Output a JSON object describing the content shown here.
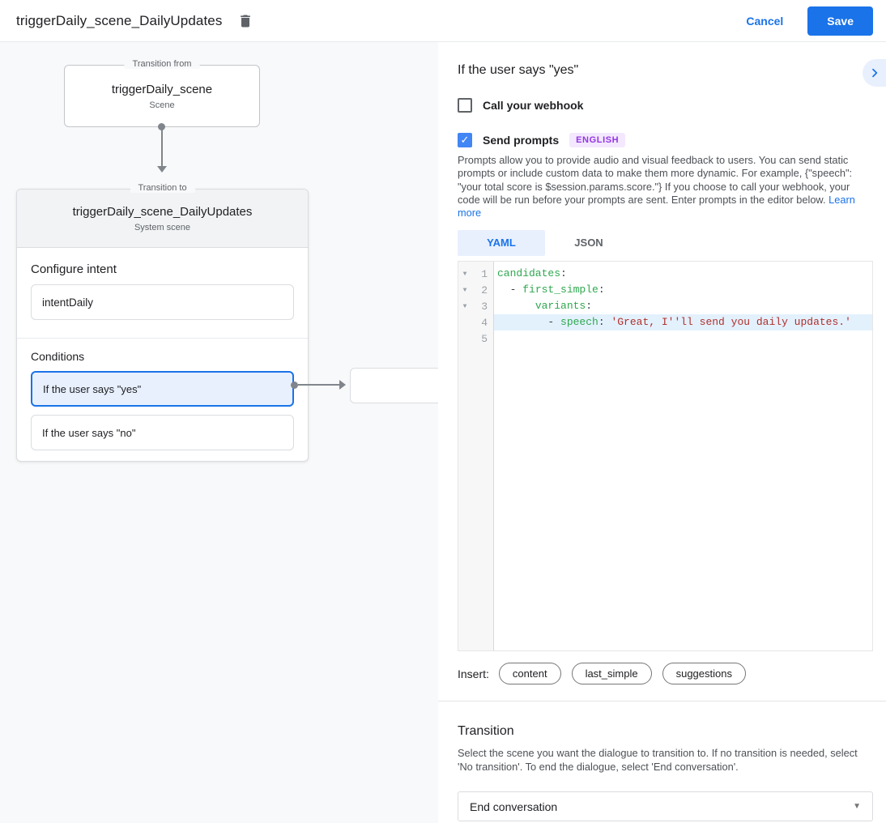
{
  "header": {
    "title": "triggerDaily_scene_DailyUpdates",
    "cancel_label": "Cancel",
    "save_label": "Save"
  },
  "colors": {
    "accent_blue": "#1a73e8",
    "selected_condition_bg": "#e8f0fe",
    "badge_purple": "#9334e6",
    "badge_bg": "#f3e8fd",
    "yaml_key_green": "#2fa84f",
    "yaml_string_red": "#b0302c"
  },
  "canvas": {
    "from_box": {
      "legend": "Transition from",
      "name": "triggerDaily_scene",
      "type": "Scene"
    },
    "to_box": {
      "legend": "Transition to",
      "name": "triggerDaily_scene_DailyUpdates",
      "type": "System scene",
      "configure_intent_label": "Configure intent",
      "intent_value": "intentDaily",
      "conditions_label": "Conditions",
      "conditions": [
        {
          "label": "If the user says \"yes\"",
          "selected": true
        },
        {
          "label": "If the user says \"no\"",
          "selected": false
        }
      ]
    }
  },
  "panel": {
    "title": "If the user says \"yes\"",
    "webhook": {
      "label": "Call your webhook",
      "checked": false
    },
    "prompts": {
      "label": "Send prompts",
      "checked": true,
      "badge": "ENGLISH"
    },
    "description": "Prompts allow you to provide audio and visual feedback to users. You can send static prompts or include custom data to make them more dynamic. For example, {\"speech\": \"your total score is $session.params.score.\"} If you choose to call your webhook, your code will be run before your prompts are sent. Enter prompts in the editor below. ",
    "learn_more": "Learn more",
    "tabs": [
      {
        "label": "YAML",
        "active": true
      },
      {
        "label": "JSON",
        "active": false
      }
    ],
    "editor": {
      "lines": [
        {
          "num": 1,
          "fold": true,
          "highlight": false,
          "segments": [
            [
              "key",
              "candidates"
            ],
            [
              "plain",
              ":"
            ]
          ]
        },
        {
          "num": 2,
          "fold": true,
          "highlight": false,
          "segments": [
            [
              "plain",
              "  - "
            ],
            [
              "key",
              "first_simple"
            ],
            [
              "plain",
              ":"
            ]
          ]
        },
        {
          "num": 3,
          "fold": true,
          "highlight": false,
          "segments": [
            [
              "plain",
              "      "
            ],
            [
              "key",
              "variants"
            ],
            [
              "plain",
              ":"
            ]
          ]
        },
        {
          "num": 4,
          "fold": false,
          "highlight": true,
          "segments": [
            [
              "plain",
              "        - "
            ],
            [
              "key",
              "speech"
            ],
            [
              "plain",
              ": "
            ],
            [
              "str",
              "'Great, I''ll send you daily updates.'"
            ]
          ]
        },
        {
          "num": 5,
          "fold": false,
          "highlight": false,
          "segments": []
        }
      ]
    },
    "insert": {
      "label": "Insert:",
      "chips": [
        "content",
        "last_simple",
        "suggestions"
      ]
    },
    "transition": {
      "title": "Transition",
      "description": "Select the scene you want the dialogue to transition to. If no transition is needed, select 'No transition'. To end the dialogue, select 'End conversation'.",
      "value": "End conversation"
    }
  }
}
